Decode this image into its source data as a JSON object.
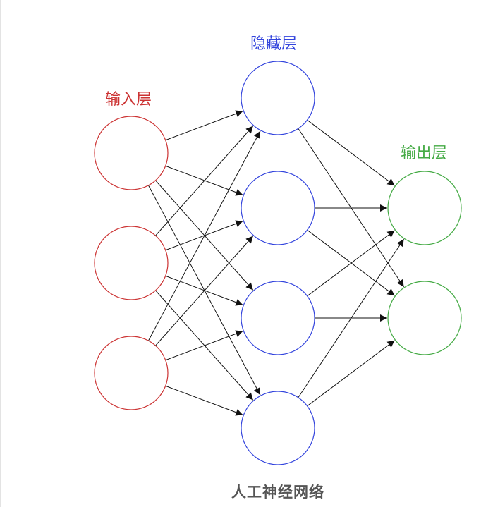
{
  "diagram": {
    "caption": "人工神经网络",
    "layers": [
      {
        "id": "input",
        "label": "输入层",
        "color": "#cc3333",
        "nodes": 3
      },
      {
        "id": "hidden",
        "label": "隐藏层",
        "color": "#3344dd",
        "nodes": 4
      },
      {
        "id": "output",
        "label": "输出层",
        "color": "#44aa44",
        "nodes": 2
      }
    ],
    "connections": "fully-connected",
    "edge_color": "#111111"
  }
}
